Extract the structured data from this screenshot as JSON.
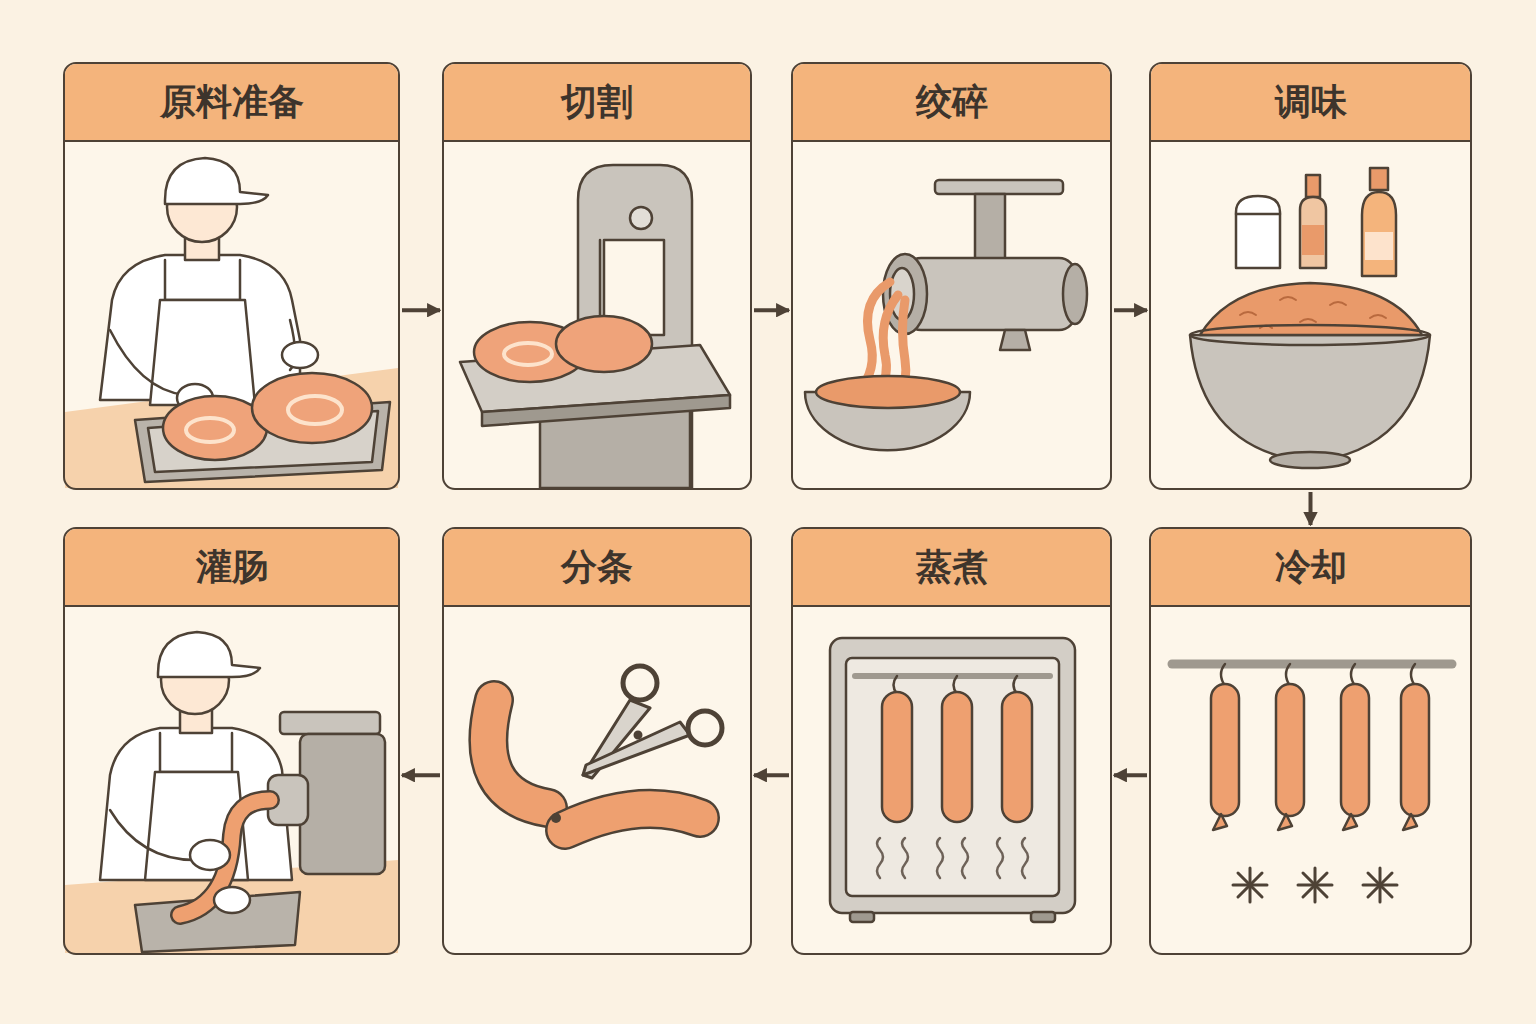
{
  "diagram": {
    "nodes": [
      {
        "text": [
          "原料准备"
        ]
      },
      {
        "text": [
          "切割"
        ]
      },
      {
        "text": [
          "绞碎"
        ]
      },
      {
        "text": [
          "调味"
        ]
      },
      {
        "text": [
          "冷却"
        ]
      },
      {
        "text": [
          "蒸煮"
        ]
      },
      {
        "text": [
          "分条"
        ]
      },
      {
        "text": [
          "灌肠"
        ]
      }
    ],
    "edges": [
      {
        "from": 0,
        "to": 1,
        "arrow": "to"
      },
      {
        "from": 1,
        "to": 2,
        "arrow": "to"
      },
      {
        "from": 2,
        "to": 3,
        "arrow": "to"
      },
      {
        "from": 3,
        "to": 4,
        "arrow": "to"
      },
      {
        "from": 4,
        "to": 5,
        "arrow": "to"
      },
      {
        "from": 5,
        "to": 6,
        "arrow": "to"
      },
      {
        "from": 6,
        "to": 7,
        "arrow": "to"
      }
    ]
  }
}
